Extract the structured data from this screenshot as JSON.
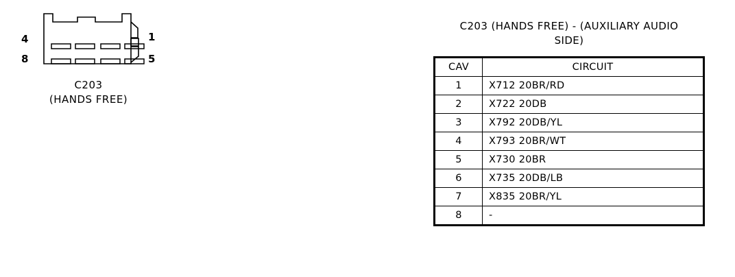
{
  "connector": {
    "caption_line_1": "C203",
    "caption_line_2": "(HANDS FREE)",
    "pin_labels": {
      "top_left": "4",
      "bottom_left": "8",
      "top_right": "1",
      "bottom_right": "5"
    },
    "cavity_count": 8,
    "rows": 2,
    "columns": 4,
    "line_color": "#000000"
  },
  "table": {
    "title_line_1": "C203  (HANDS FREE)  -  (AUXILIARY AUDIO",
    "title_line_2": "SIDE)",
    "headers": {
      "cav": "CAV",
      "circuit": "CIRCUIT"
    },
    "rows": [
      {
        "cav": "1",
        "circuit": "X712  20BR/RD"
      },
      {
        "cav": "2",
        "circuit": "X722  20DB"
      },
      {
        "cav": "3",
        "circuit": "X792  20DB/YL"
      },
      {
        "cav": "4",
        "circuit": "X793  20BR/WT"
      },
      {
        "cav": "5",
        "circuit": "X730  20BR"
      },
      {
        "cav": "6",
        "circuit": "X735  20DB/LB"
      },
      {
        "cav": "7",
        "circuit": "X835  20BR/YL"
      },
      {
        "cav": "8",
        "circuit": "-"
      }
    ]
  }
}
